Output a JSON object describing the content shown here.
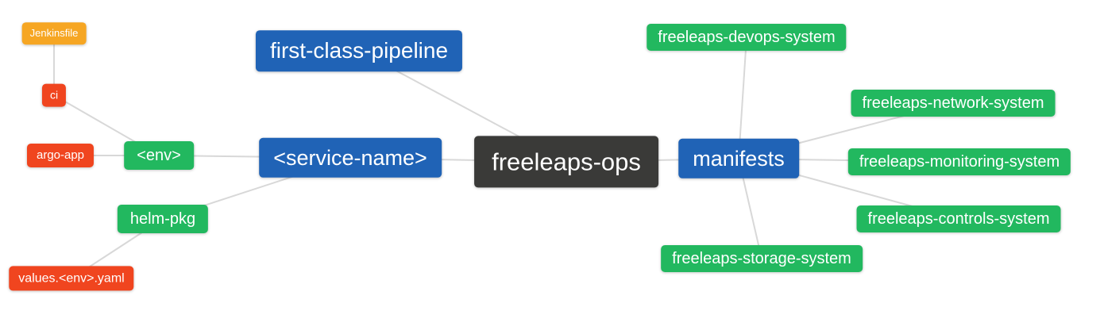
{
  "diagram": {
    "type": "mindmap",
    "root_label": "freeleaps-ops",
    "colors": {
      "blue": "#2063b6",
      "green": "#22b85f",
      "red": "#f0451f",
      "orange": "#f6a623",
      "dark": "#3a3a38",
      "edge_line": "#d8d8d8",
      "background": "#ffffff",
      "node_text": "#ffffff"
    },
    "nodes": [
      {
        "id": "jenkinsfile",
        "label": "Jenkinsfile",
        "color": "orange"
      },
      {
        "id": "ci",
        "label": "ci",
        "color": "red"
      },
      {
        "id": "argo-app",
        "label": "argo-app",
        "color": "red"
      },
      {
        "id": "env",
        "label": "<env>",
        "color": "green"
      },
      {
        "id": "helm-pkg",
        "label": "helm-pkg",
        "color": "green"
      },
      {
        "id": "values-env-yaml",
        "label": "values.<env>.yaml",
        "color": "red"
      },
      {
        "id": "first-class-pipeline",
        "label": "first-class-pipeline",
        "color": "blue"
      },
      {
        "id": "service-name",
        "label": "<service-name>",
        "color": "blue"
      },
      {
        "id": "freeleaps-ops",
        "label": "freeleaps-ops",
        "color": "dark"
      },
      {
        "id": "manifests",
        "label": "manifests",
        "color": "blue"
      },
      {
        "id": "freeleaps-devops-system",
        "label": "freeleaps-devops-system",
        "color": "green"
      },
      {
        "id": "freeleaps-network-system",
        "label": "freeleaps-network-system",
        "color": "green"
      },
      {
        "id": "freeleaps-monitoring-system",
        "label": "freeleaps-monitoring-system",
        "color": "green"
      },
      {
        "id": "freeleaps-controls-system",
        "label": "freeleaps-controls-system",
        "color": "green"
      },
      {
        "id": "freeleaps-storage-system",
        "label": "freeleaps-storage-system",
        "color": "green"
      }
    ],
    "edges": [
      {
        "from": "jenkinsfile",
        "to": "ci"
      },
      {
        "from": "ci",
        "to": "env"
      },
      {
        "from": "argo-app",
        "to": "env"
      },
      {
        "from": "env",
        "to": "service-name"
      },
      {
        "from": "helm-pkg",
        "to": "service-name"
      },
      {
        "from": "values-env-yaml",
        "to": "helm-pkg"
      },
      {
        "from": "first-class-pipeline",
        "to": "freeleaps-ops"
      },
      {
        "from": "service-name",
        "to": "freeleaps-ops"
      },
      {
        "from": "freeleaps-ops",
        "to": "manifests"
      },
      {
        "from": "manifests",
        "to": "freeleaps-devops-system"
      },
      {
        "from": "manifests",
        "to": "freeleaps-network-system"
      },
      {
        "from": "manifests",
        "to": "freeleaps-monitoring-system"
      },
      {
        "from": "manifests",
        "to": "freeleaps-controls-system"
      },
      {
        "from": "manifests",
        "to": "freeleaps-storage-system"
      }
    ]
  }
}
